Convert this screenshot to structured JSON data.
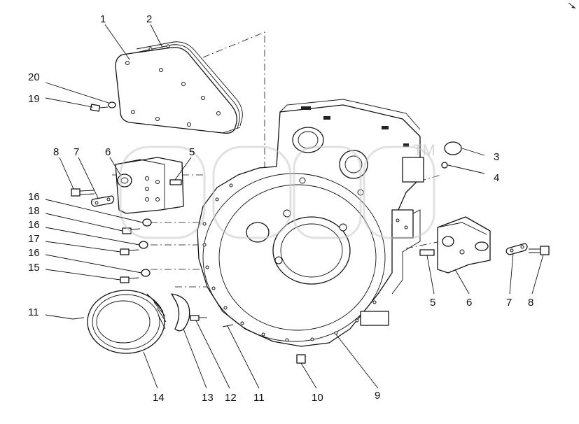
{
  "callouts": [
    {
      "id": "c1",
      "text": "1"
    },
    {
      "id": "c2",
      "text": "2"
    },
    {
      "id": "c20",
      "text": "20"
    },
    {
      "id": "c19",
      "text": "19"
    },
    {
      "id": "c8a",
      "text": "8"
    },
    {
      "id": "c7a",
      "text": "7"
    },
    {
      "id": "c6a",
      "text": "6"
    },
    {
      "id": "c5a",
      "text": "5"
    },
    {
      "id": "c3",
      "text": "3"
    },
    {
      "id": "c4",
      "text": "4"
    },
    {
      "id": "c16a",
      "text": "16"
    },
    {
      "id": "c18",
      "text": "18"
    },
    {
      "id": "c16b",
      "text": "16"
    },
    {
      "id": "c17",
      "text": "17"
    },
    {
      "id": "c16c",
      "text": "16"
    },
    {
      "id": "c15",
      "text": "15"
    },
    {
      "id": "c11a",
      "text": "11"
    },
    {
      "id": "c14",
      "text": "14"
    },
    {
      "id": "c13",
      "text": "13"
    },
    {
      "id": "c12",
      "text": "12"
    },
    {
      "id": "c11b",
      "text": "11"
    },
    {
      "id": "c10",
      "text": "10"
    },
    {
      "id": "c9",
      "text": "9"
    },
    {
      "id": "c5b",
      "text": "5"
    },
    {
      "id": "c6b",
      "text": "6"
    },
    {
      "id": "c7b",
      "text": "7"
    },
    {
      "id": "c8b",
      "text": "8"
    }
  ],
  "watermark": {
    "text": "TM"
  }
}
